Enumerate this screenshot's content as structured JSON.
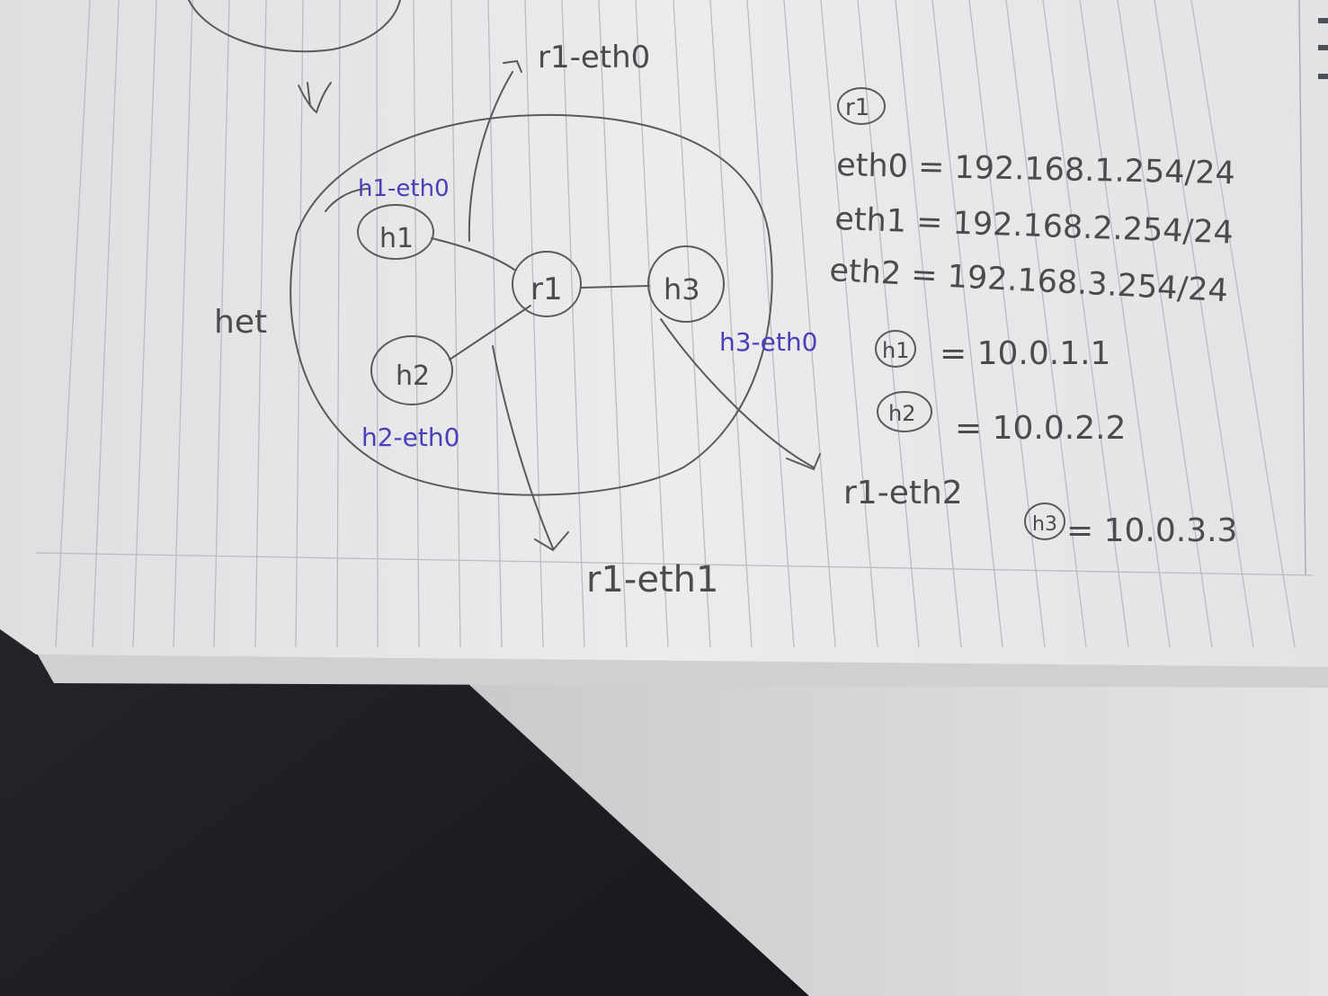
{
  "photo": {
    "subject": "handwritten-network-sketch",
    "colors": {
      "paper": "#e9e9ea",
      "rule_line": "#b9bcc4",
      "pencil": "#4b4b4d",
      "pen": "#4a3fb8",
      "desk": "#1b1d20"
    }
  },
  "diagram": {
    "network_label": "het",
    "nodes": {
      "r1": "r1",
      "h1": "h1",
      "h2": "h2",
      "h3": "h3"
    },
    "interfaces": {
      "r1_eth0": "r1-eth0",
      "r1_eth1": "r1-eth1",
      "r1_eth2": "r1-eth2",
      "h1_eth0": "h1-eth0",
      "h2_eth0": "h2-eth0",
      "h3_eth0": "h3-eth0"
    }
  },
  "notes": {
    "router_badge": "r1",
    "eth0": "eth0 = 192.168.1.254/24",
    "eth1": "eth1 = 192.168.2.254/24",
    "eth2": "eth2 = 192.168.3.254/24",
    "h1_badge": "h1",
    "h1_ip": "= 10.0.1.1",
    "h2_badge": "h2",
    "h2_ip": "= 10.0.2.2",
    "h3_badge": "h3",
    "h3_ip": "= 10.0.3.3"
  }
}
